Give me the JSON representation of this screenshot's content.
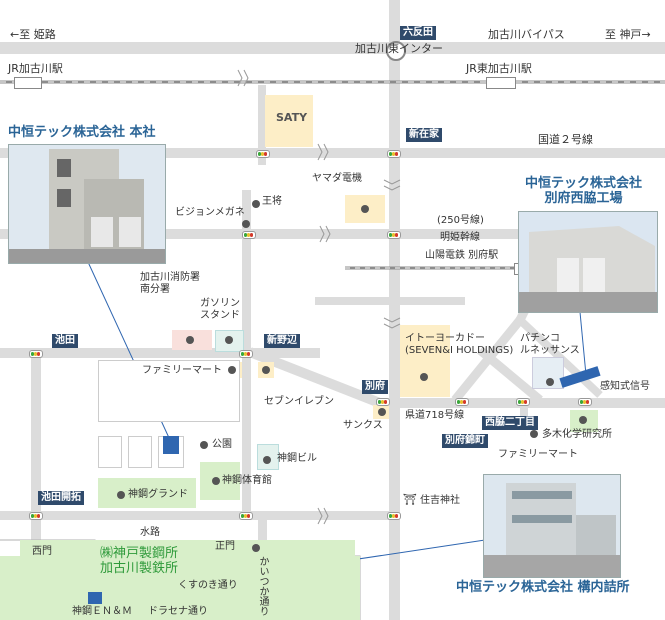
{
  "directions": {
    "to_himeji": "←至 姫路",
    "to_kobe": "至 神戸→",
    "kakogawa_bypass": "加古川バイパス",
    "kakogawa_east_ic": "加古川東インター",
    "national_route_2": "国道２号線",
    "route_250": "(250号線)",
    "meihi_kansen": "明姫幹線",
    "prefectural_718": "県道718号線",
    "water_channel": "水路"
  },
  "stations": {
    "jr_kakogawa": "JR加古川駅",
    "jr_higashi_kakogawa": "JR東加古川駅",
    "sanyo_befu": "山陽電鉄 別府駅"
  },
  "intersection_tags": {
    "rokutanda": "六反田",
    "shinzaike": "新在家",
    "ikeda": "池田",
    "shinnobe": "新野辺",
    "befu": "別府",
    "befu_nishikicho": "別府錦町",
    "nishiwaki_2chome": "西脇二丁目",
    "ikeda_kaitaku": "池田開拓"
  },
  "landmarks": {
    "saty": "SATY",
    "yamada_denki": "ヤマダ電機",
    "vision_megane": "ビジョンメガネ",
    "osho": "王将",
    "fire_station": "加古川消防署\n南分署",
    "gas_station": "ガソリン\nスタンド",
    "family_mart_1": "ファミリーマート",
    "seven_eleven": "セブンイレブン",
    "ito_yokado": "イトーヨーカドー\n(SEVEN&I HOLDINGS)",
    "pachinko": "パチンコ\nルネッサンス",
    "kanchi_signal": "感知式信号",
    "sankusu": "サンクス",
    "family_mart_2": "ファミリーマート",
    "taki_kagaku": "多木化学研究所",
    "park": "公園",
    "shinko_bldg": "神鋼ビル",
    "shinko_ground": "神鋼グランド",
    "shinko_gym": "神鋼体育館",
    "sumiyoshi": "住吉神社",
    "seimon": "正門",
    "nishimon": "西門",
    "kobe_steel": "㈱神戸製鋼所\n加古川製鉄所",
    "kusunoki": "くすのき通り",
    "draseana": "ドラセナ通り",
    "kaitsuka": "かいつか通り",
    "shinko_enm": "神鋼ＥＮ＆Ｍ"
  },
  "company_sites": {
    "head_office": "中恒テック株式会社 本社",
    "befu_factory": "中恒テック株式会社\n別府西脇工場",
    "onsite_office": "中恒テック株式会社 構内詰所"
  },
  "colors": {
    "road": "#dcdcdc",
    "rail": "#8c8c8c",
    "building_yellow": "#fdeec7",
    "building_green": "#d8efc9",
    "marker_blue": "#2f66b0",
    "tag_navy": "#2f4a6b",
    "company_blue": "#2a6496"
  }
}
